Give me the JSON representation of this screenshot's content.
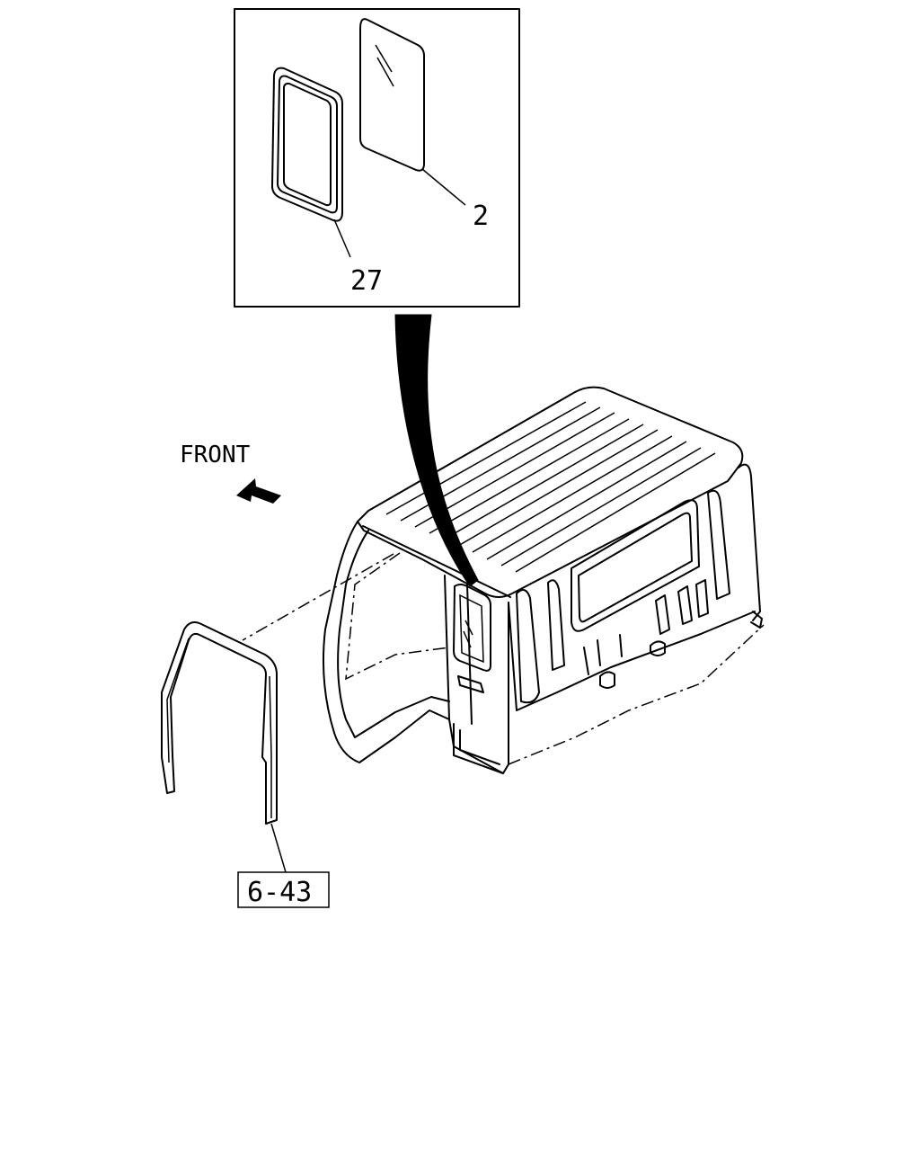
{
  "callouts": {
    "part_glass": "2",
    "part_weatherstrip": "27",
    "reference": "6-43"
  },
  "direction_label": "FRONT",
  "colors": {
    "line": "#000000",
    "background": "#ffffff"
  }
}
